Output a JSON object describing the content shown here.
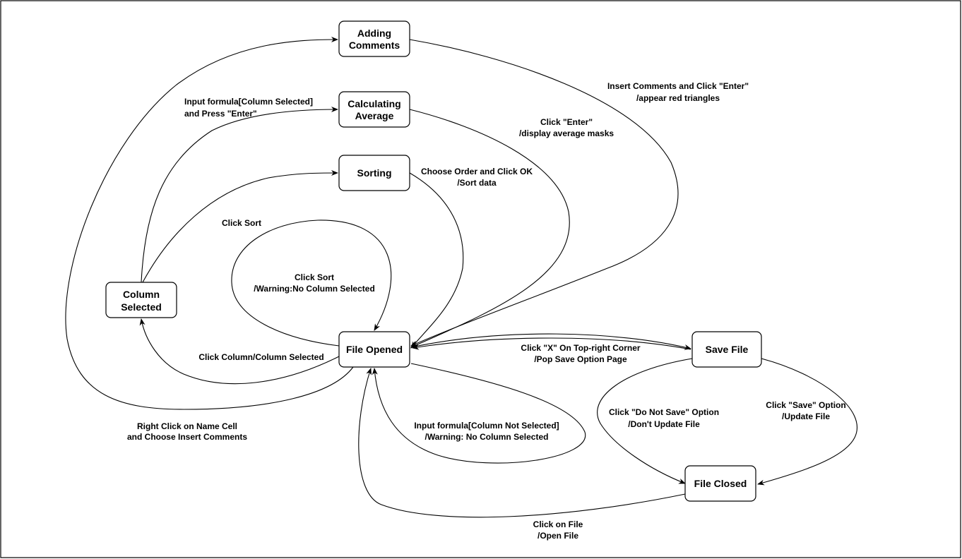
{
  "nodes": {
    "adding_comments": [
      "Adding",
      "Comments"
    ],
    "calculating_average": [
      "Calculating",
      "Average"
    ],
    "sorting": [
      "Sorting"
    ],
    "column_selected": [
      "Column",
      "Selected"
    ],
    "file_opened": [
      "File Opened"
    ],
    "save_file": [
      "Save File"
    ],
    "file_closed": [
      "File Closed"
    ]
  },
  "edges": {
    "insert_comments": [
      "Insert Comments and Click \"Enter\"",
      "/appear red triangles"
    ],
    "input_formula_selected": [
      "Input formula[Column Selected]",
      "and Press \"Enter\""
    ],
    "click_enter_average": [
      "Click \"Enter\"",
      "/display average masks"
    ],
    "choose_order": [
      "Choose Order and Click OK",
      "/Sort data"
    ],
    "click_sort": [
      "Click Sort"
    ],
    "click_sort_warning": [
      "Click Sort",
      "/Warning:No Column Selected"
    ],
    "click_column": [
      "Click Column/Column Selected"
    ],
    "right_click_name_cell": [
      "Right Click on Name Cell",
      "and Choose Insert Comments"
    ],
    "click_x": [
      "Click \"X\" On Top-right Corner",
      "/Pop Save Option Page"
    ],
    "do_not_save": [
      "Click \"Do Not Save\" Option",
      "/Don't  Update File"
    ],
    "save_option": [
      "Click \"Save\" Option",
      "/Update File"
    ],
    "input_formula_not_selected": [
      "Input formula[Column Not Selected]",
      "/Warning: No Column Selected"
    ],
    "click_on_file": [
      "Click on File",
      "/Open File"
    ]
  }
}
